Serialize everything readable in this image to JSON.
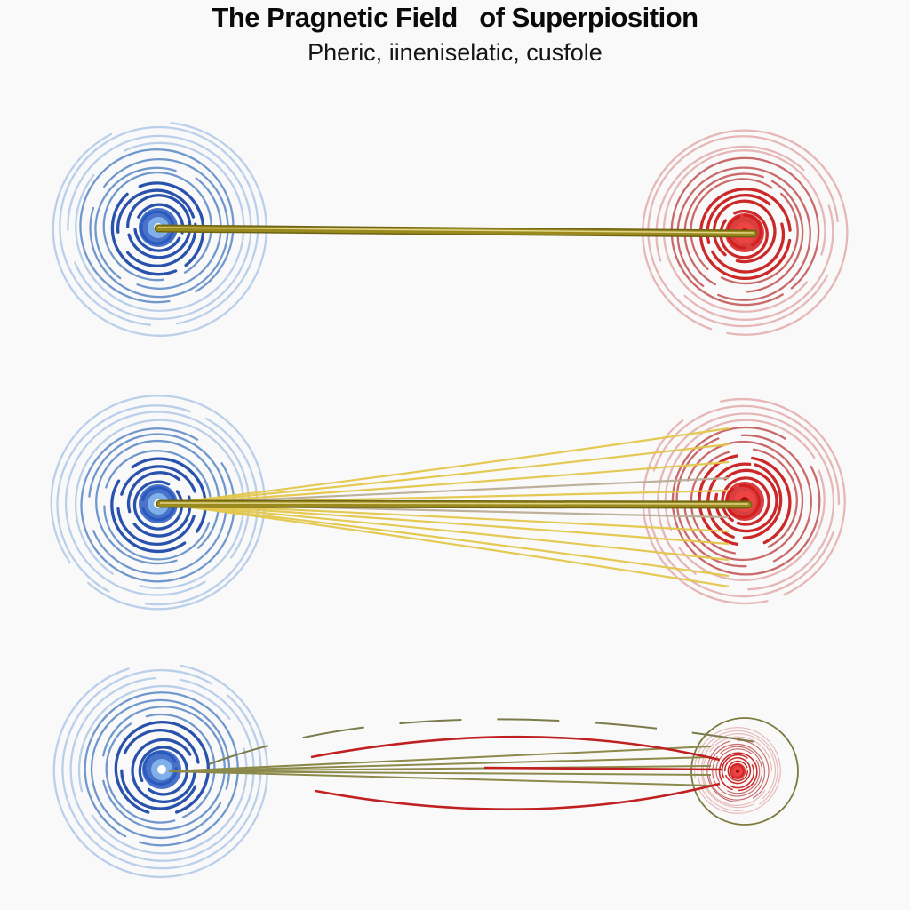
{
  "header": {
    "title": "The Pragnetic Field   of Superpiosition",
    "subtitle": "Pheric, iineniselatic, cusfole"
  },
  "colors": {
    "background": "#f9f9f9",
    "blue_pole": "#1f4fb0",
    "blue_ring": "#5b8bc9",
    "red_pole": "#d01818",
    "red_ring": "#c24848",
    "rod": "#9a8a1e",
    "yellow_line": "#e3c64a",
    "olive_line": "#8c8a4a",
    "red_line": "#c02020"
  },
  "panels": [
    {
      "name": "parallel-rod-panel"
    },
    {
      "name": "fan-lines-panel"
    },
    {
      "name": "converging-lines-panel"
    }
  ]
}
